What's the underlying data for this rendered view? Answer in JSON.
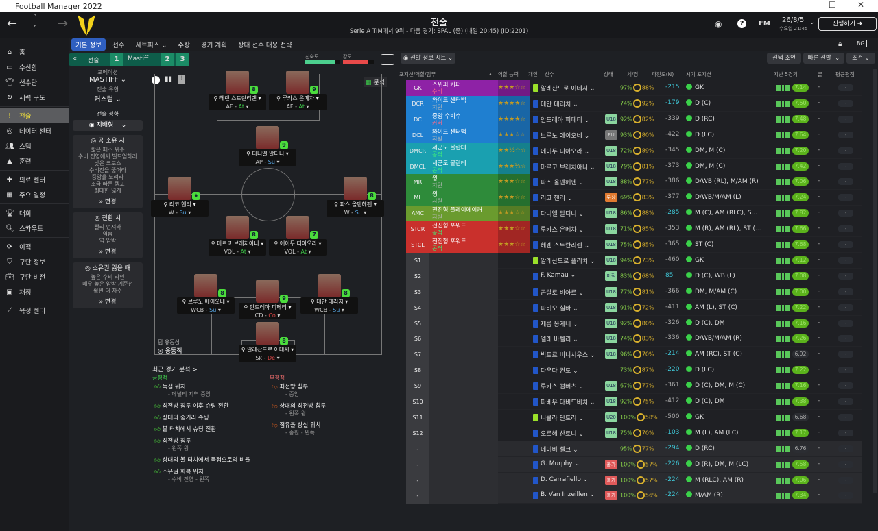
{
  "window": {
    "title": "Football Manager 2022"
  },
  "header": {
    "title": "전술",
    "subtitle": "Serie A TIM에서 9위 - 다음 경기: SPAL (중) (내일 20:45) (ID:2201)",
    "date": "26/8/5",
    "time": "수요일 21:45",
    "continue": "진행하기",
    "fm": "FM"
  },
  "tabs": [
    "기본 정보",
    "선수",
    "세트피스 ⌄",
    "주장",
    "경기 계획",
    "상대 선수 대응 전략"
  ],
  "sidebar": [
    "홈",
    "수신함",
    "선수단",
    "세력 구도",
    "전술",
    "데이터 센터",
    "스탭",
    "훈련",
    "의료 센터",
    "주요 일정",
    "대회",
    "스카우트",
    "이적",
    "구단 정보",
    "구단 비전",
    "재정",
    "육성 센터"
  ],
  "sidebar_icons": [
    "home-icon",
    "inbox-icon",
    "squad-icon",
    "dynamics-icon",
    "tactics-icon",
    "data-hub-icon",
    "staff-icon",
    "training-icon",
    "medical-icon",
    "schedule-icon",
    "competitions-icon",
    "scouting-icon",
    "transfers-icon",
    "club-info-icon",
    "club-vision-icon",
    "finances-icon",
    "dev-centre-icon"
  ],
  "tactic_bar": {
    "label": "전술",
    "slot1": "1",
    "name": "Mastiff",
    "slot2": "2",
    "slot3": "3",
    "familiarity": "친숙도",
    "intensity": "강도"
  },
  "tactic": {
    "formation_label": "포메이션",
    "formation": "MASTIFF",
    "style_label": "전술 유형",
    "style": "커스텀",
    "mentality_label": "전술 성향",
    "mentality": "지배형",
    "in_possession": {
      "title": "공 소유 시",
      "items": [
        "짧은 패스 위주",
        "수비 진영에서 빌드업하라",
        "낮은 크로스",
        "수비진을 뚫어라",
        "중앙을 노려라",
        "조금 빠른 템포",
        "최대한 넓게"
      ]
    },
    "transition": {
      "title": "전환 시",
      "items": [
        "빨리 던져라",
        "역습",
        "역 압박"
      ]
    },
    "out_possession": {
      "title": "소유권 잃을 때",
      "items": [
        "높은 수비 라인",
        "매우 높은 압박 기준선",
        "훨씬 더 자주"
      ]
    },
    "change": "변경"
  },
  "pitch": {
    "analysis": "분석",
    "fluidity_label": "팀 유동성",
    "fluidity": "융통적",
    "players": [
      {
        "name": "헤렌 스트란리렌",
        "pos": "AF",
        "duty": "At",
        "rating": "8"
      },
      {
        "name": "루카스 은메차",
        "pos": "AF",
        "duty": "At",
        "rating": "9"
      },
      {
        "name": "다니엘 말디니",
        "pos": "AP",
        "duty": "Su",
        "rating": "9"
      },
      {
        "name": "리코 헨리",
        "pos": "W",
        "duty": "Su",
        "rating": "★"
      },
      {
        "name": "파스 올덴헤펜",
        "pos": "W",
        "duty": "Su",
        "rating": "8"
      },
      {
        "name": "마르코 브레치아니",
        "pos": "VOL",
        "duty": "At",
        "rating": "8"
      },
      {
        "name": "에이두 디아오라",
        "pos": "VOL",
        "duty": "At",
        "rating": "7"
      },
      {
        "name": "브루노 에이오네",
        "pos": "WCB",
        "duty": "Su",
        "rating": "8"
      },
      {
        "name": "안드레아 피페티",
        "pos": "CD",
        "duty": "Co",
        "rating": "9"
      },
      {
        "name": "데얀 데리치",
        "pos": "WCB",
        "duty": "Su",
        "rating": "8"
      },
      {
        "name": "알레산드로 이데시",
        "pos": "Sk",
        "duty": "De",
        "rating": "8"
      }
    ]
  },
  "analysis": {
    "title": "최근 경기 분석 >",
    "positive_label": "긍정적",
    "negative_label": "부정적",
    "positive": [
      {
        "t": "득점 위치",
        "s": "- 페널티 지역 중앙"
      },
      {
        "t": "최전방 침투 이후 슈팅 전환",
        "s": ""
      },
      {
        "t": "상대의 중거리 슈팅",
        "s": ""
      },
      {
        "t": "볼 터치에서 슈팅 전환",
        "s": ""
      },
      {
        "t": "최전방 침투",
        "s": "- 왼쪽 윙"
      },
      {
        "t": "상대의 볼 터치에서 득점으로의 비율",
        "s": ""
      },
      {
        "t": "소유권 회복 위치",
        "s": "- 수비 진영 - 왼쪽"
      }
    ],
    "negative": [
      {
        "t": "최전방 침투",
        "s": "- 중앙"
      },
      {
        "t": "상대의 최전방 침투",
        "s": "- 왼쪽 윙"
      },
      {
        "t": "점유율 상실 위치",
        "s": "- 중원 - 왼쪽"
      }
    ]
  },
  "toolbar": {
    "view": "선발 정보 시트",
    "advice": "선택 조언",
    "quick": "빠른 선발",
    "filter": "조건"
  },
  "columns": {
    "pos": "포지션/역할/임무",
    "ability": "역할 능력",
    "ind": "개인",
    "player": "선수",
    "status": "상태",
    "fitness": "체/경",
    "dev": "파전도(N)",
    "pref": "시기 포지션",
    "form": "지난 5경기",
    "goals": "골",
    "avg": "평균평점"
  },
  "colors": {
    "GK": "#8e22a6",
    "D": "#1f7fd0",
    "DM": "#1aa0b0",
    "M": "#2e8b3a",
    "AM": "#6a9b2e",
    "ST": "#c9302c",
    "sub": "#3a3b3f"
  },
  "rows": [
    {
      "p": "GK",
      "r": "스위퍼 키퍼",
      "d": "수비",
      "s": "★★★☆☆",
      "n": "알레산드로 이데시",
      "st": "",
      "f": "97%",
      "c": "88%",
      "v": "-215",
      "pp": "GK",
      "rt": "7.14"
    },
    {
      "p": "DCR",
      "r": "와이드 센터백",
      "d": "지원",
      "s": "★★★★☆",
      "n": "데얀 데리치",
      "st": "",
      "f": "74%",
      "c": "92%",
      "v": "-179",
      "pp": "D (C)",
      "rt": "7.50"
    },
    {
      "p": "DC",
      "r": "중앙 수비수",
      "d": "커버",
      "s": "★★★★☆",
      "n": "안드레아 피페티",
      "st": "U18",
      "f": "92%",
      "c": "82%",
      "v": "-339",
      "pp": "D (RC)",
      "rt": "7.48"
    },
    {
      "p": "DCL",
      "r": "와이드 센터백",
      "d": "지원",
      "s": "★★★☆☆",
      "n": "브루노 에이오네",
      "st": "EU",
      "f": "93%",
      "c": "80%",
      "v": "-422",
      "pp": "D (LC)",
      "rt": "7.64"
    },
    {
      "p": "DMCR",
      "r": "세군도 볼란테",
      "d": "공격",
      "s": "★★½☆☆",
      "n": "에이두 디아오라",
      "st": "U18",
      "f": "72%",
      "c": "89%",
      "v": "-345",
      "pp": "DM, M (C)",
      "rt": "7.20"
    },
    {
      "p": "DMCL",
      "r": "세군도 볼란테",
      "d": "공격",
      "s": "★★★½☆",
      "n": "마르코 브레치아니",
      "st": "U18",
      "f": "79%",
      "c": "81%",
      "v": "-373",
      "pp": "DM, M (C)",
      "rt": "7.42"
    },
    {
      "p": "MR",
      "r": "윙",
      "d": "지원",
      "s": "★★★☆☆",
      "n": "파스 올덴헤펜",
      "st": "U18",
      "f": "88%",
      "c": "77%",
      "v": "-386",
      "pp": "D/WB (RL), M/AM (R)",
      "rt": "7.06"
    },
    {
      "p": "ML",
      "r": "윙",
      "d": "지원",
      "s": "★★★☆☆",
      "n": "리코 헨리",
      "st": "부상",
      "f": "69%",
      "c": "83%",
      "v": "-377",
      "pp": "D/WB/M/AM (L)",
      "rt": "7.24"
    },
    {
      "p": "AMC",
      "r": "전진형 플레이메이커",
      "d": "지원",
      "s": "★★★☆☆",
      "n": "다니엘 말디니",
      "st": "U18",
      "f": "86%",
      "c": "88%",
      "v": "-285",
      "pp": "M (C), AM (RLC), S...",
      "rt": "7.82"
    },
    {
      "p": "STCR",
      "r": "전진형 포워드",
      "d": "공격",
      "s": "★★★☆☆",
      "n": "루카스 은메차",
      "st": "U18",
      "f": "71%",
      "c": "85%",
      "v": "-353",
      "pp": "M (R), AM (RL), ST (...",
      "rt": "7.66"
    },
    {
      "p": "STCL",
      "r": "전진형 포워드",
      "d": "공격",
      "s": "★★★☆☆",
      "n": "헤렌 스트란리렌",
      "st": "U18",
      "f": "75%",
      "c": "85%",
      "v": "-365",
      "pp": "ST (C)",
      "rt": "7.68"
    },
    {
      "p": "S1",
      "n": "알레산드로 플리치",
      "st": "U18",
      "f": "94%",
      "c": "73%",
      "v": "-460",
      "pp": "GK",
      "rt": "7.12"
    },
    {
      "p": "S2",
      "n": "F. Kamau",
      "st": "미적",
      "f": "83%",
      "c": "68%",
      "v": "85",
      "pp": "D (C), WB (L)",
      "rt": "7.08"
    },
    {
      "p": "S3",
      "n": "곤살로 비아르",
      "st": "U18",
      "f": "77%",
      "c": "81%",
      "v": "-366",
      "pp": "DM, M/AM (C)",
      "rt": "7.00"
    },
    {
      "p": "S4",
      "n": "파비오 실바",
      "st": "U18",
      "f": "91%",
      "c": "72%",
      "v": "-411",
      "pp": "AM (L), ST (C)",
      "rt": "7.22"
    },
    {
      "p": "S5",
      "n": "제롬 옹게네",
      "st": "U18",
      "f": "92%",
      "c": "80%",
      "v": "-326",
      "pp": "D (C), DM",
      "rt": "7.16"
    },
    {
      "p": "S6",
      "n": "엘레 바텔리",
      "st": "U18",
      "f": "74%",
      "c": "83%",
      "v": "-336",
      "pp": "D/WB/M/AM (R)",
      "rt": "7.26"
    },
    {
      "p": "S7",
      "n": "빅토르 비니시우스",
      "st": "U18",
      "f": "96%",
      "c": "70%",
      "v": "-214",
      "pp": "AM (RC), ST (C)",
      "rt": "6.92"
    },
    {
      "p": "S8",
      "n": "다우다 권도",
      "st": "",
      "f": "73%",
      "c": "87%",
      "v": "-220",
      "pp": "D (LC)",
      "rt": "7.22"
    },
    {
      "p": "S9",
      "n": "루카스 컴버츠",
      "st": "U18",
      "f": "67%",
      "c": "77%",
      "v": "-361",
      "pp": "D (C), DM, M (C)",
      "rt": "7.16"
    },
    {
      "p": "S10",
      "n": "파베우 다비드비치",
      "st": "U18",
      "f": "92%",
      "c": "75%",
      "v": "-412",
      "pp": "D (C), DM",
      "rt": "7.38"
    },
    {
      "p": "S11",
      "n": "니콜라 단토리",
      "st": "U20",
      "f": "100%",
      "c": "58%",
      "v": "-500",
      "pp": "GK",
      "rt": "6.68"
    },
    {
      "p": "S12",
      "n": "오르헤 산토니",
      "st": "U18",
      "f": "75%",
      "c": "70%",
      "v": "-103",
      "pp": "M (L), AM (LC)",
      "rt": "7.17"
    },
    {
      "p": "-",
      "n": "데이비 셀크",
      "st": "",
      "f": "95%",
      "c": "77%",
      "v": "-294",
      "pp": "D (RC)",
      "rt": "6.76"
    },
    {
      "p": "-",
      "n": "G. Murphy",
      "st": "불가",
      "f": "100%",
      "c": "57%",
      "v": "-226",
      "pp": "D (R), DM, M (LC)",
      "rt": "7.58"
    },
    {
      "p": "-",
      "n": "D. Carrafiello",
      "st": "불가",
      "f": "100%",
      "c": "57%",
      "v": "-224",
      "pp": "M (RLC), AM (R)",
      "rt": "7.06"
    },
    {
      "p": "-",
      "n": "B. Van Inzeillen",
      "st": "불가",
      "f": "100%",
      "c": "56%",
      "v": "-224",
      "pp": "M/AM (R)",
      "rt": "7.34"
    }
  ],
  "dash": "-"
}
